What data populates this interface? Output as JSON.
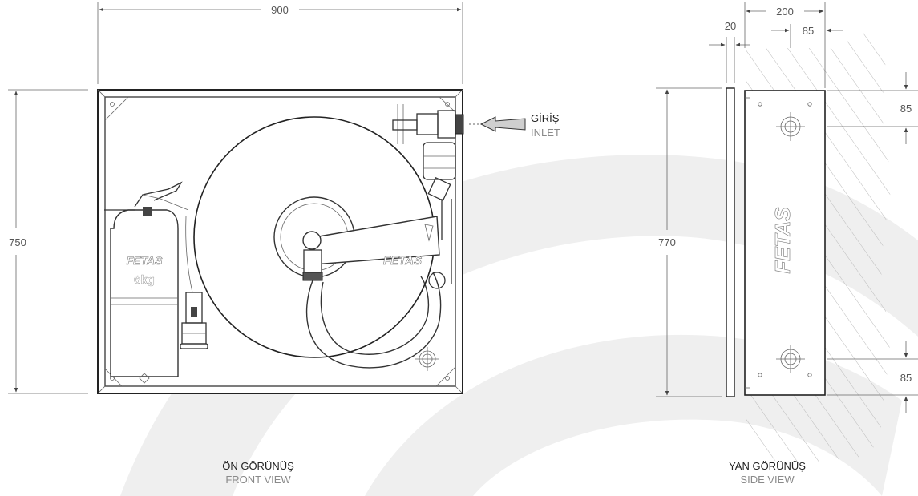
{
  "front_view": {
    "width_dim": "900",
    "height_dim": "750",
    "inlet_label_tr": "GİRİŞ",
    "inlet_label_en": "INLET",
    "extinguisher_brand": "FETAS",
    "extinguisher_capacity": "6kg",
    "reel_brand": "FETAS",
    "caption_tr": "ÖN GÖRÜNÜŞ",
    "caption_en": "FRONT VIEW"
  },
  "side_view": {
    "depth_dim": "200",
    "door_dim": "20",
    "offset_dim": "85",
    "height_dim": "770",
    "top_hole_dim": "85",
    "bottom_hole_dim": "85",
    "brand": "FETAS",
    "caption_tr": "YAN GÖRÜNÜŞ",
    "caption_en": "SIDE VIEW"
  },
  "colors": {
    "background_watermark": "#efefef",
    "line": "#333333",
    "wall_hatch": "#bbbbbb"
  }
}
